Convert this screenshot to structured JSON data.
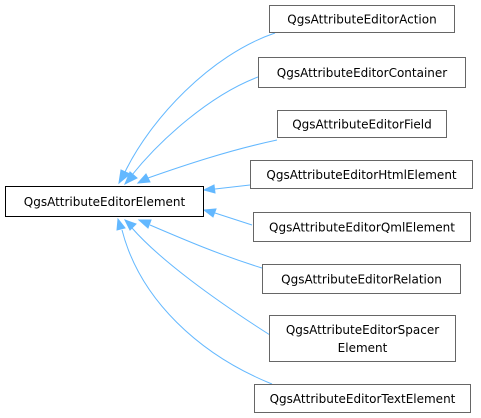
{
  "diagram": {
    "base_class": "QgsAttributeEditorElement",
    "derived_classes": [
      {
        "label": "QgsAttributeEditorAction"
      },
      {
        "label": "QgsAttributeEditorContainer"
      },
      {
        "label": "QgsAttributeEditorField"
      },
      {
        "label": "QgsAttributeEditorHtmlElement"
      },
      {
        "label": "QgsAttributeEditorQmlElement"
      },
      {
        "label": "QgsAttributeEditorRelation"
      },
      {
        "label_line1": "QgsAttributeEditorSpacer",
        "label_line2": "Element"
      },
      {
        "label": "QgsAttributeEditorTextElement"
      }
    ],
    "colors": {
      "edge": "#63b8ff",
      "derived_border": "#666666",
      "base_border": "#000000"
    }
  }
}
